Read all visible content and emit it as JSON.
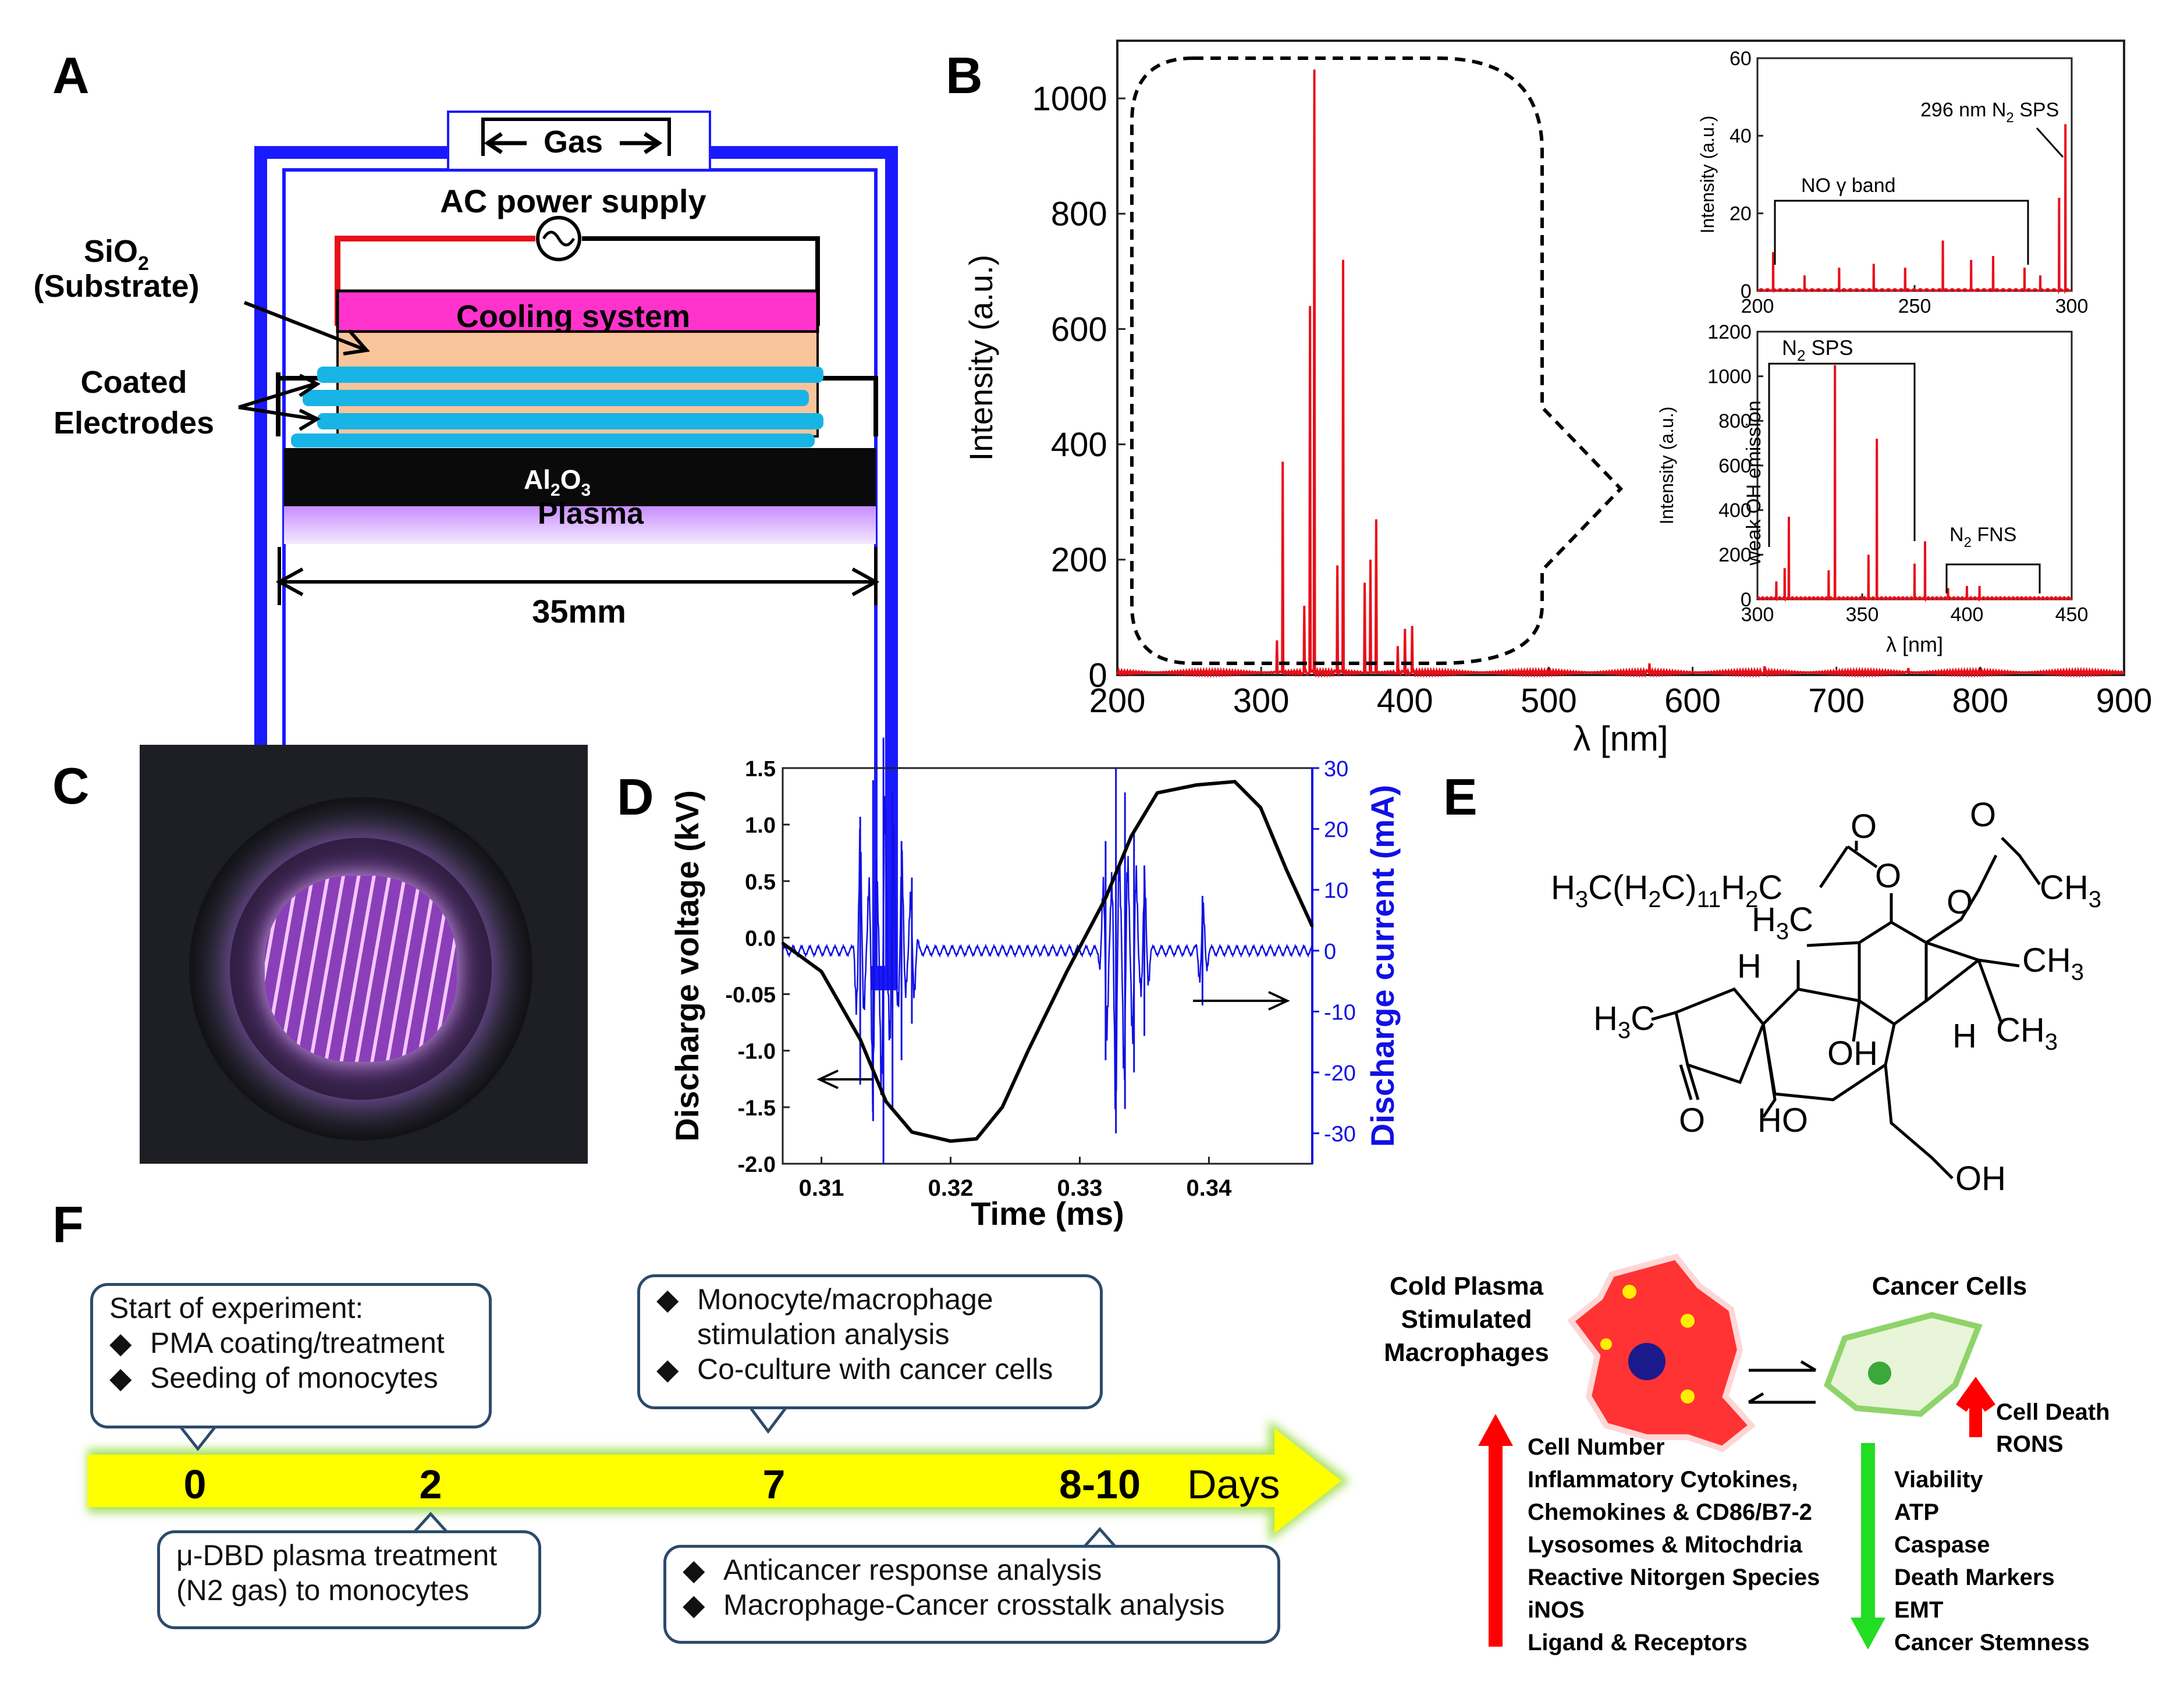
{
  "panels": {
    "a": "A",
    "b": "B",
    "c": "C",
    "d": "D",
    "e": "E",
    "f": "F"
  },
  "panel_a": {
    "gas": "Gas",
    "ac_power": "AC power supply",
    "sio2": "SiO",
    "sio2_sub": "2",
    "substrate": "(Substrate)",
    "cooling": "Cooling system",
    "coated": "Coated",
    "electrodes": "Electrodes",
    "al2o3": "Al",
    "al2o3_sub1": "2",
    "al2o3_o": "O",
    "al2o3_sub2": "3",
    "plasma": "Plasma",
    "dimension": "35mm",
    "colors": {
      "frame": "#1a1aff",
      "cooling": "#ff33cc",
      "substrate": "#f9c49a",
      "electrode": "#19b4e6",
      "al2o3": "#0a0a0a"
    }
  },
  "chart_data": [
    {
      "type": "line",
      "id": "B-main",
      "xlabel": "λ [nm]",
      "ylabel": "Intensity (a.u.)",
      "xlim": [
        200,
        900
      ],
      "ylim": [
        0,
        1100
      ],
      "xticks": [
        200,
        300,
        400,
        500,
        600,
        700,
        800,
        900
      ],
      "yticks": [
        0,
        200,
        400,
        600,
        800,
        1000
      ],
      "color": "#e8101a",
      "peaks": [
        {
          "x": 311,
          "y": 60
        },
        {
          "x": 315,
          "y": 370
        },
        {
          "x": 330,
          "y": 120
        },
        {
          "x": 334,
          "y": 640
        },
        {
          "x": 337,
          "y": 1050
        },
        {
          "x": 353,
          "y": 190
        },
        {
          "x": 357,
          "y": 720
        },
        {
          "x": 372,
          "y": 160
        },
        {
          "x": 376,
          "y": 200
        },
        {
          "x": 380,
          "y": 270
        },
        {
          "x": 395,
          "y": 50
        },
        {
          "x": 400,
          "y": 80
        },
        {
          "x": 405,
          "y": 85
        },
        {
          "x": 570,
          "y": 20
        },
        {
          "x": 650,
          "y": 15
        },
        {
          "x": 750,
          "y": 12
        }
      ]
    },
    {
      "type": "line",
      "id": "B-inset-top",
      "xlabel": "",
      "ylabel": "Intensity (a.u.)",
      "xlim": [
        200,
        300
      ],
      "ylim": [
        0,
        60
      ],
      "xticks": [
        200,
        250,
        300
      ],
      "yticks": [
        0,
        20,
        40,
        60
      ],
      "color": "#e8101a",
      "annotations": [
        "NO γ band",
        "296 nm N",
        "2",
        " SPS"
      ],
      "peaks": [
        {
          "x": 205,
          "y": 10
        },
        {
          "x": 215,
          "y": 4
        },
        {
          "x": 226,
          "y": 6
        },
        {
          "x": 237,
          "y": 7
        },
        {
          "x": 247,
          "y": 6
        },
        {
          "x": 259,
          "y": 13
        },
        {
          "x": 268,
          "y": 8
        },
        {
          "x": 275,
          "y": 9
        },
        {
          "x": 285,
          "y": 6
        },
        {
          "x": 290,
          "y": 4
        },
        {
          "x": 296,
          "y": 24
        },
        {
          "x": 298,
          "y": 43
        }
      ]
    },
    {
      "type": "line",
      "id": "B-inset-bottom",
      "xlabel": "λ [nm]",
      "ylabel": "Intensity (a.u.)",
      "xlim": [
        300,
        450
      ],
      "ylim": [
        0,
        1200
      ],
      "xticks": [
        300,
        350,
        400,
        450
      ],
      "yticks": [
        0,
        200,
        400,
        600,
        800,
        1000,
        1200
      ],
      "color": "#e8101a",
      "annotations": [
        "N",
        "2",
        " SPS",
        "weak OH emission",
        "N",
        "2",
        " FNS"
      ],
      "peaks": [
        {
          "x": 309,
          "y": 80
        },
        {
          "x": 313,
          "y": 140
        },
        {
          "x": 315,
          "y": 370
        },
        {
          "x": 334,
          "y": 130
        },
        {
          "x": 337,
          "y": 1050
        },
        {
          "x": 353,
          "y": 200
        },
        {
          "x": 357,
          "y": 720
        },
        {
          "x": 375,
          "y": 160
        },
        {
          "x": 380,
          "y": 260
        },
        {
          "x": 391,
          "y": 50
        },
        {
          "x": 400,
          "y": 60
        },
        {
          "x": 406,
          "y": 60
        }
      ]
    },
    {
      "type": "line",
      "id": "D",
      "xlabel": "Time (ms)",
      "ylabel": "Discharge voltage (kV)",
      "y2label": "Discharge current (mA)",
      "xlim": [
        0.307,
        0.348
      ],
      "ylim": [
        -2.0,
        1.5
      ],
      "y2lim": [
        -35,
        30
      ],
      "xticks": [
        0.31,
        0.32,
        0.33,
        0.34
      ],
      "xtick_labels": [
        "0.31",
        "0.32",
        "0.33",
        "0.34"
      ],
      "yticks": [
        -2.0,
        -1.5,
        -1.0,
        -0.5,
        0.0,
        0.5,
        1.0,
        1.5
      ],
      "ytick_labels": [
        "-2.0",
        "-1.5",
        "-1.0",
        "-0.05",
        "0.0",
        "0.5",
        "1.0",
        "1.5"
      ],
      "y2ticks": [
        -30,
        -20,
        -10,
        0,
        10,
        20,
        30
      ],
      "colors": {
        "voltage": "#000000",
        "current": "#1010e6"
      },
      "series": [
        {
          "name": "",
          "x": [
            0.307,
            0.31,
            0.313,
            0.315,
            0.317,
            0.32,
            0.322,
            0.324,
            0.326,
            0.329,
            0.332,
            0.334,
            0.336,
            0.339,
            0.342,
            0.344,
            0.346,
            0.348
          ],
          "values": [
            -0.05,
            -0.3,
            -0.9,
            -1.45,
            -1.72,
            -1.8,
            -1.78,
            -1.5,
            -1.0,
            -0.3,
            0.35,
            0.9,
            1.28,
            1.35,
            1.38,
            1.15,
            0.6,
            0.1
          ]
        },
        {
          "name": "",
          "bursts": [
            {
              "x": 0.313,
              "amp": 22
            },
            {
              "x": 0.314,
              "amp": 28
            },
            {
              "x": 0.3148,
              "amp": 35
            },
            {
              "x": 0.3155,
              "amp": 26
            },
            {
              "x": 0.3162,
              "amp": 18
            },
            {
              "x": 0.317,
              "amp": 12
            },
            {
              "x": 0.332,
              "amp": 18
            },
            {
              "x": 0.3328,
              "amp": 30
            },
            {
              "x": 0.3335,
              "amp": 26
            },
            {
              "x": 0.3342,
              "amp": 20
            },
            {
              "x": 0.335,
              "amp": 14
            },
            {
              "x": 0.3395,
              "amp": 9
            }
          ]
        }
      ]
    }
  ],
  "panel_e": {
    "ester_left": "H",
    "ester_left_sub1": "3",
    "ester_left_mid": "C(H",
    "ester_left_sub2": "2",
    "ester_left_mid2": "C)",
    "ester_left_sub3": "11",
    "ester_left_end": "H",
    "ester_left_sub4": "2",
    "ester_left_c": "C",
    "o1": "O",
    "o2": "O",
    "o3": "O",
    "o4": "O",
    "o5": "O",
    "ch3_right": "CH",
    "ch3_right_sub": "3",
    "h3c_top": "H",
    "h3c_top_sub": "3",
    "h3c_top_c": "C",
    "ch3_a": "CH",
    "ch3_a_sub": "3",
    "ch3_b": "CH",
    "ch3_b_sub": "3",
    "h_left": "H",
    "h_right": "H",
    "h3c_left": "H",
    "h3c_left_sub": "3",
    "h3c_left_c": "C",
    "oh_center": "OH",
    "ho": "HO",
    "oh_bottom": "OH"
  },
  "panel_f": {
    "days": [
      "0",
      "2",
      "7",
      "8-10"
    ],
    "days_label": "Days",
    "box1_title": "Start of experiment:",
    "box1_items": [
      "PMA coating/treatment",
      "Seeding of monocytes"
    ],
    "box2_items": [
      "Monocyte/macrophage",
      "stimulation analysis",
      "Co-culture with cancer cells"
    ],
    "box3_lines": [
      "μ-DBD plasma treatment",
      "(N2 gas) to monocytes"
    ],
    "box4_items": [
      "Anticancer response analysis",
      "Macrophage-Cancer crosstalk analysis"
    ],
    "bullet": "◆",
    "cold_plasma": [
      "Cold Plasma",
      "Stimulated",
      "Macrophages"
    ],
    "cancer_cells": "Cancer Cells",
    "cell_death": [
      "Cell Death",
      "RONS"
    ],
    "macrophage_up": [
      "Cell Number",
      "Inflammatory Cytokines,",
      "Chemokines & CD86/B7-2",
      "Lysosomes & Mitochdria",
      "Reactive Nitorgen Species",
      "iNOS",
      "Ligand & Receptors"
    ],
    "cancer_down": [
      "Viability",
      "ATP",
      "Caspase",
      "Death Markers",
      "EMT",
      "Cancer Stemness"
    ],
    "colors": {
      "arrow_up": "#ff0000",
      "arrow_down": "#22dd22",
      "timeline": "#ffff00",
      "macrophage": "#ff3333",
      "cancer_cell": "#8fd36a"
    }
  }
}
